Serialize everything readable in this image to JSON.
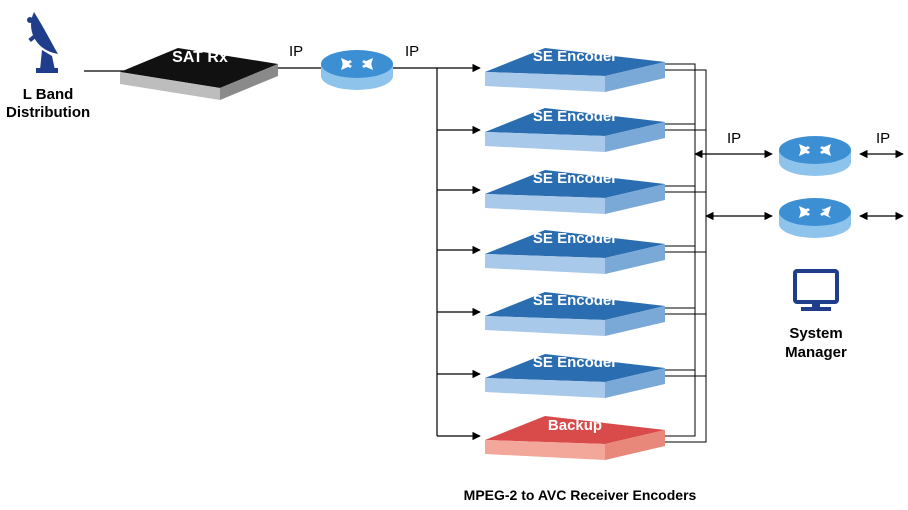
{
  "source": {
    "label_line1": "L Band",
    "label_line2": "Distribution",
    "icon": "satellite-dish-icon"
  },
  "receiver": {
    "label": "SAT Rx"
  },
  "links": {
    "ip_sat_to_router": "IP",
    "ip_router_to_encoders": "IP",
    "ip_encoders_to_router": "IP",
    "ip_router_out": "IP"
  },
  "encoders": [
    {
      "label": "SE Encoder"
    },
    {
      "label": "SE Encoder"
    },
    {
      "label": "SE Encoder"
    },
    {
      "label": "SE Encoder"
    },
    {
      "label": "SE Encoder"
    },
    {
      "label": "SE Encoder"
    }
  ],
  "backup": {
    "label": "Backup"
  },
  "system_manager": {
    "label_line1": "System",
    "label_line2": "Manager",
    "icon": "monitor-icon"
  },
  "caption": "MPEG-2 to AVC Receiver Encoders",
  "colors": {
    "encoder_top": "#2a6db0",
    "encoder_side": "#a9c9ea",
    "backup_top": "#d94a4a",
    "backup_side": "#f2a79a",
    "router_top": "#3d8fd4",
    "router_side": "#8ec3ec",
    "dish": "#1f3d8a",
    "sat_top": "#111111",
    "sat_side": "#9a9a9a"
  }
}
